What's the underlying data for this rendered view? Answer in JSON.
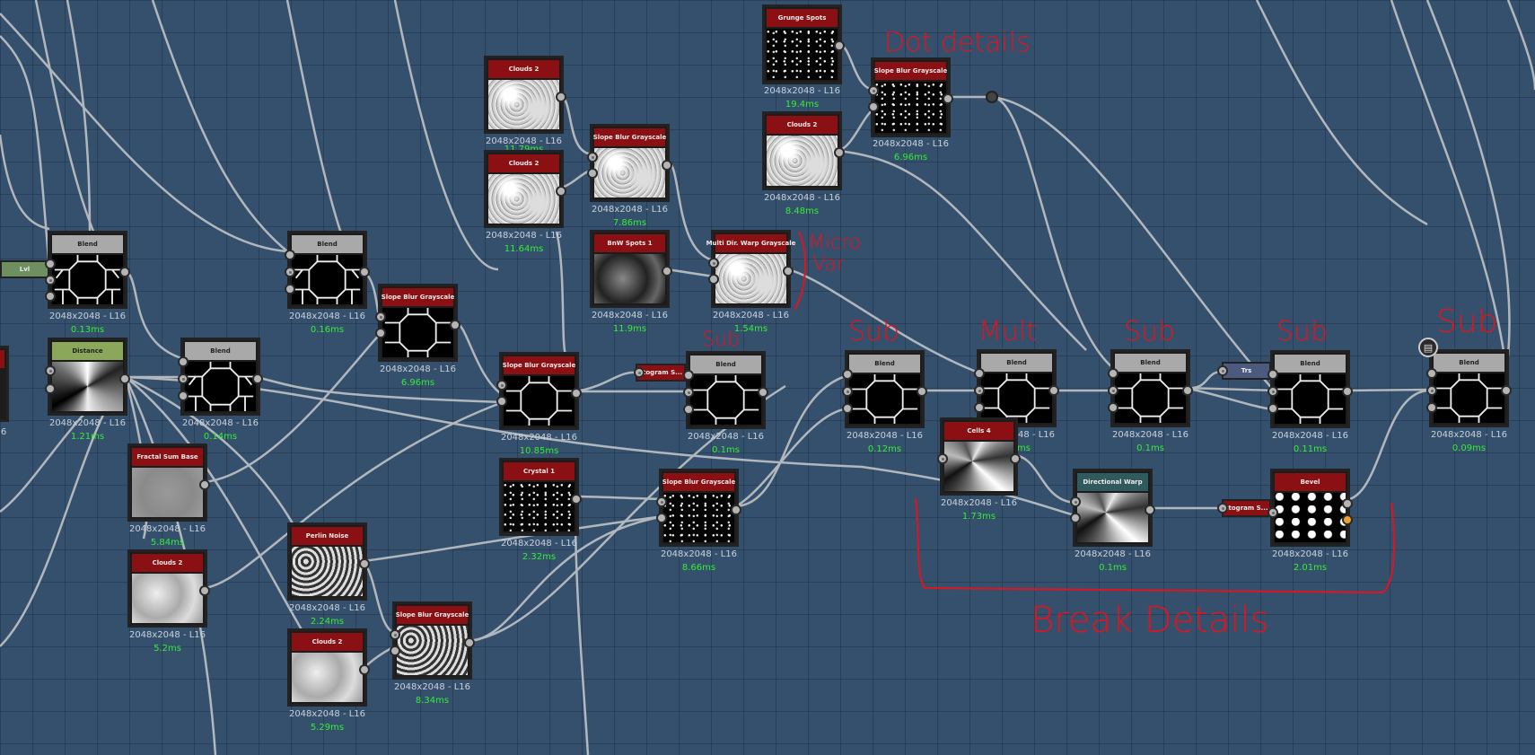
{
  "graph": {
    "nodes": [
      {
        "id": "blend1",
        "title": "Blend",
        "type": "blend",
        "res": "2048x2048 - L16",
        "time": "0.13ms"
      },
      {
        "id": "distance",
        "title": "Distance",
        "type": "distance",
        "res": "2048x2048 - L16",
        "time": "1.21ms"
      },
      {
        "id": "blend2",
        "title": "Blend",
        "type": "blend",
        "res": "2048x2048 - L16",
        "time": "0.14ms"
      },
      {
        "id": "fractal",
        "title": "Fractal Sum Base",
        "type": "generator",
        "res": "2048x2048 - L16",
        "time": "5.84ms"
      },
      {
        "id": "clouds_a",
        "title": "Clouds 2",
        "type": "generator",
        "res": "2048x2048 - L16",
        "time": "5.2ms"
      },
      {
        "id": "blend3",
        "title": "Blend",
        "type": "blend",
        "res": "2048x2048 - L16",
        "time": "0.16ms"
      },
      {
        "id": "slope1",
        "title": "Slope Blur Grayscale",
        "type": "filter",
        "res": "2048x2048 - L16",
        "time": "6.96ms"
      },
      {
        "id": "perlin",
        "title": "Perlin Noise",
        "type": "generator",
        "res": "2048x2048 - L16",
        "time": "2.24ms"
      },
      {
        "id": "clouds_b",
        "title": "Clouds 2",
        "type": "generator",
        "res": "2048x2048 - L16",
        "time": "5.29ms"
      },
      {
        "id": "slope2",
        "title": "Slope Blur Grayscale",
        "type": "filter",
        "res": "2048x2048 - L16",
        "time": "8.34ms"
      },
      {
        "id": "clouds_c",
        "title": "Clouds 2",
        "type": "generator",
        "res": "2048x2048 - L16",
        "time": "11.79ms"
      },
      {
        "id": "clouds_d",
        "title": "Clouds 2",
        "type": "generator",
        "res": "2048x2048 - L16",
        "time": "11.64ms"
      },
      {
        "id": "slope3",
        "title": "Slope Blur Grayscale",
        "type": "filter",
        "res": "2048x2048 - L16",
        "time": "7.86ms"
      },
      {
        "id": "bwspots",
        "title": "BnW Spots 1",
        "type": "generator",
        "res": "2048x2048 - L16",
        "time": "11.9ms"
      },
      {
        "id": "multiwarp",
        "title": "Multi Dir. Warp Grayscale",
        "type": "filter",
        "res": "2048x2048 - L16",
        "time": "1.54ms"
      },
      {
        "id": "slope4",
        "title": "Slope Blur Grayscale",
        "type": "filter",
        "res": "2048x2048 - L16",
        "time": "10.85ms"
      },
      {
        "id": "crystal",
        "title": "Crystal 1",
        "type": "generator",
        "res": "2048x2048 - L16",
        "time": "2.32ms"
      },
      {
        "id": "blend4",
        "title": "Blend",
        "type": "blend",
        "res": "2048x2048 - L16",
        "time": "0.1ms"
      },
      {
        "id": "slope5",
        "title": "Slope Blur Grayscale",
        "type": "filter",
        "res": "2048x2048 - L16",
        "time": "8.66ms"
      },
      {
        "id": "grunge",
        "title": "Grunge Spots",
        "type": "generator",
        "res": "2048x2048 - L16",
        "time": "19.4ms"
      },
      {
        "id": "clouds_e",
        "title": "Clouds 2",
        "type": "generator",
        "res": "2048x2048 - L16",
        "time": "8.48ms"
      },
      {
        "id": "slope6",
        "title": "Slope Blur Grayscale",
        "type": "filter",
        "res": "2048x2048 - L16",
        "time": "6.96ms"
      },
      {
        "id": "blend5",
        "title": "Blend",
        "type": "blend",
        "res": "2048x2048 - L16",
        "time": "0.12ms"
      },
      {
        "id": "blend6",
        "title": "Blend",
        "type": "blend",
        "res": "2048x2048 - L16",
        "time": "0.1ms"
      },
      {
        "id": "cells",
        "title": "Cells 4",
        "type": "generator",
        "res": "2048x2048 - L16",
        "time": "1.73ms"
      },
      {
        "id": "blend7",
        "title": "Blend",
        "type": "blend",
        "res": "2048x2048 - L16",
        "time": "0.1ms"
      },
      {
        "id": "dirwarp",
        "title": "Directional Warp",
        "type": "filter",
        "res": "2048x2048 - L16",
        "time": "0.1ms"
      },
      {
        "id": "blend8",
        "title": "Blend",
        "type": "blend",
        "res": "2048x2048 - L16",
        "time": "0.11ms"
      },
      {
        "id": "bevel",
        "title": "Bevel",
        "type": "filter",
        "res": "2048x2048 - L16",
        "time": "2.01ms"
      },
      {
        "id": "blend9",
        "title": "Blend",
        "type": "blend",
        "res": "2048x2048 - L16",
        "time": "0.09ms"
      }
    ],
    "mini_nodes": [
      {
        "id": "lvl",
        "label": "Lvl"
      },
      {
        "id": "hist1",
        "label": "stogram S..."
      },
      {
        "id": "trs",
        "label": "Trs"
      },
      {
        "id": "hist2",
        "label": "stogram S..."
      }
    ],
    "partial_left": {
      "res": "6"
    }
  },
  "annotations": {
    "dot_details": "Dot details",
    "micro_var_1": "Micro",
    "micro_var_2": "Var",
    "sub_1": "Sub",
    "sub_2": "Sub",
    "mult": "Mult",
    "sub_3": "Sub",
    "sub_4": "Sub",
    "sub_5": "Sub",
    "break_details": "Break Details"
  },
  "colors": {
    "canvas_bg": "#35506d",
    "node_header_generator": "#8a1014",
    "node_header_blend": "#a9a9a9",
    "node_header_distance": "#8aa75a",
    "node_header_warp": "#2f5b5e",
    "time_text": "#33ee33",
    "annotation": "#e0141e"
  },
  "icons": {
    "comment": "comment-icon"
  }
}
